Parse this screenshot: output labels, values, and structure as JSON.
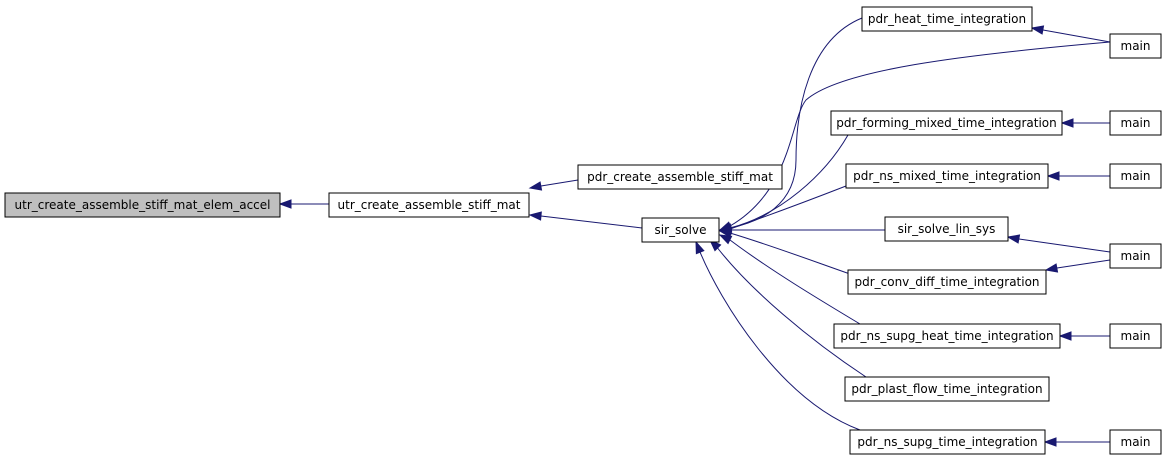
{
  "diagram": {
    "nodes": [
      {
        "id": "n_root",
        "label": "utr_create_assemble_stiff_mat_elem_accel"
      },
      {
        "id": "n_utr",
        "label": "utr_create_assemble_stiff_mat"
      },
      {
        "id": "n_pdr_create",
        "label": "pdr_create_assemble_stiff_mat"
      },
      {
        "id": "n_sir",
        "label": "sir_solve"
      },
      {
        "id": "n_heat",
        "label": "pdr_heat_time_integration"
      },
      {
        "id": "n_forming",
        "label": "pdr_forming_mixed_time_integration"
      },
      {
        "id": "n_ns_mixed",
        "label": "pdr_ns_mixed_time_integration"
      },
      {
        "id": "n_sir_lin",
        "label": "sir_solve_lin_sys"
      },
      {
        "id": "n_conv",
        "label": "pdr_conv_diff_time_integration"
      },
      {
        "id": "n_supg_heat",
        "label": "pdr_ns_supg_heat_time_integration"
      },
      {
        "id": "n_plast",
        "label": "pdr_plast_flow_time_integration"
      },
      {
        "id": "n_supg",
        "label": "pdr_ns_supg_time_integration"
      },
      {
        "id": "m1",
        "label": "main"
      },
      {
        "id": "m2",
        "label": "main"
      },
      {
        "id": "m3",
        "label": "main"
      },
      {
        "id": "m4",
        "label": "main"
      },
      {
        "id": "m5",
        "label": "main"
      },
      {
        "id": "m6",
        "label": "main"
      }
    ],
    "edges": [
      {
        "from": "n_utr",
        "to": "n_root"
      },
      {
        "from": "n_pdr_create",
        "to": "n_utr"
      },
      {
        "from": "n_sir",
        "to": "n_utr"
      },
      {
        "from": "n_heat",
        "to": "n_sir"
      },
      {
        "from": "m1",
        "to": "n_sir"
      },
      {
        "from": "n_forming",
        "to": "n_sir"
      },
      {
        "from": "n_ns_mixed",
        "to": "n_sir"
      },
      {
        "from": "n_sir_lin",
        "to": "n_sir"
      },
      {
        "from": "n_conv",
        "to": "n_sir"
      },
      {
        "from": "n_supg_heat",
        "to": "n_sir"
      },
      {
        "from": "n_plast",
        "to": "n_sir"
      },
      {
        "from": "n_supg",
        "to": "n_sir"
      },
      {
        "from": "m1",
        "to": "n_heat"
      },
      {
        "from": "m2",
        "to": "n_forming"
      },
      {
        "from": "m3",
        "to": "n_ns_mixed"
      },
      {
        "from": "m4",
        "to": "n_sir_lin"
      },
      {
        "from": "m4",
        "to": "n_conv"
      },
      {
        "from": "m5",
        "to": "n_supg_heat"
      },
      {
        "from": "m6",
        "to": "n_supg"
      }
    ],
    "colors": {
      "edge": "#191970",
      "root_fill": "#bfbfbf",
      "node_fill": "#ffffff",
      "border": "#000000"
    }
  }
}
